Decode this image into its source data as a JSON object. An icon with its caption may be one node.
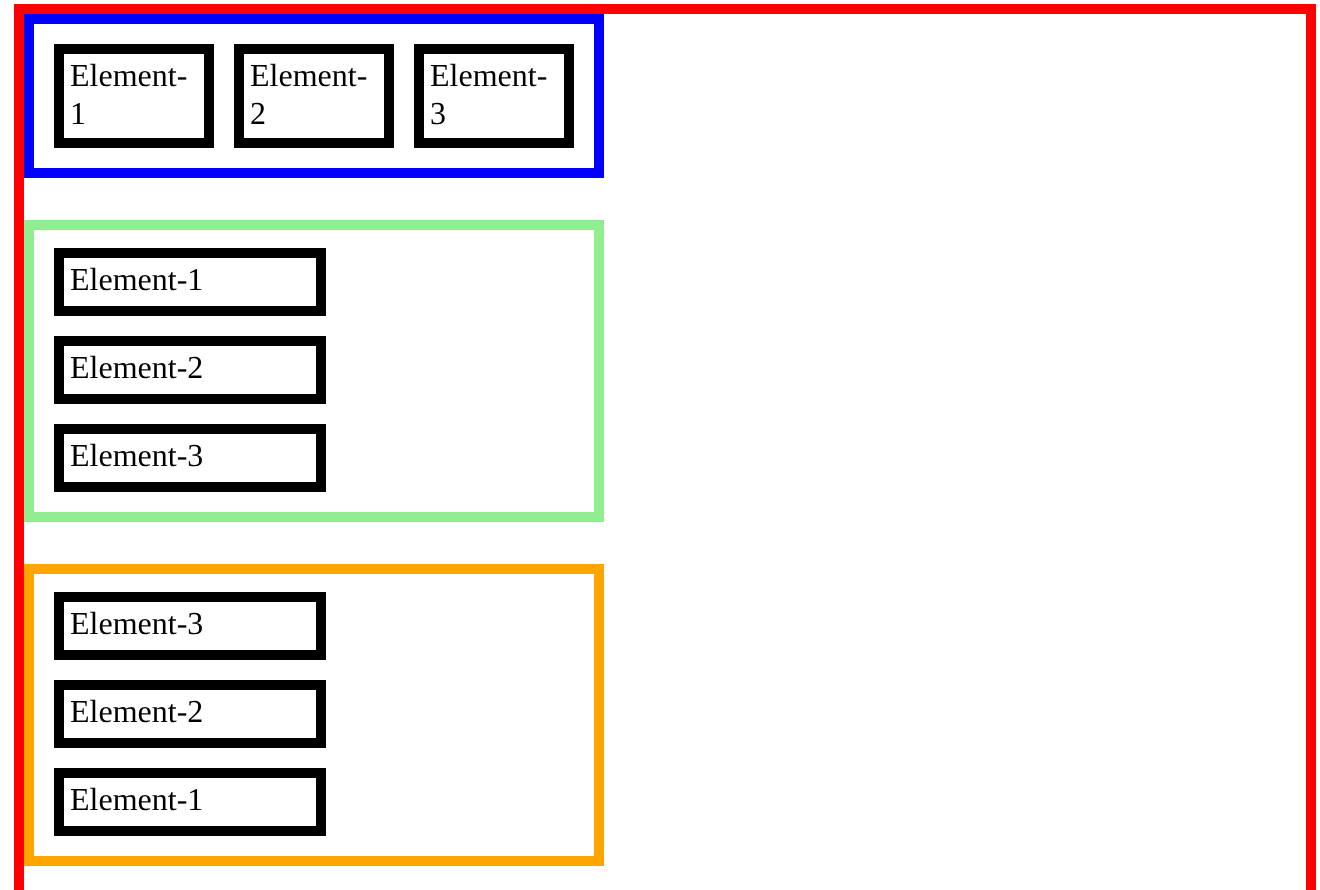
{
  "diagram": {
    "nodes": [
      {
        "text": [],
        "shape": "box"
      },
      {
        "text": [],
        "shape": "box",
        "in": 0
      },
      {
        "text": [
          "Element-1"
        ],
        "in": 1
      },
      {
        "text": [
          "Element-2"
        ],
        "in": 1
      },
      {
        "text": [
          "Element-3"
        ],
        "in": 1
      },
      {
        "text": [],
        "shape": "box",
        "in": 0
      },
      {
        "text": [
          "Element-1"
        ],
        "in": 5
      },
      {
        "text": [
          "Element-2"
        ],
        "in": 5
      },
      {
        "text": [
          "Element-3"
        ],
        "in": 5
      },
      {
        "text": [],
        "shape": "box",
        "in": 0
      },
      {
        "text": [
          "Element-3"
        ],
        "in": 9
      },
      {
        "text": [
          "Element-2"
        ],
        "in": 9
      },
      {
        "text": [
          "Element-1"
        ],
        "in": 9
      }
    ]
  }
}
